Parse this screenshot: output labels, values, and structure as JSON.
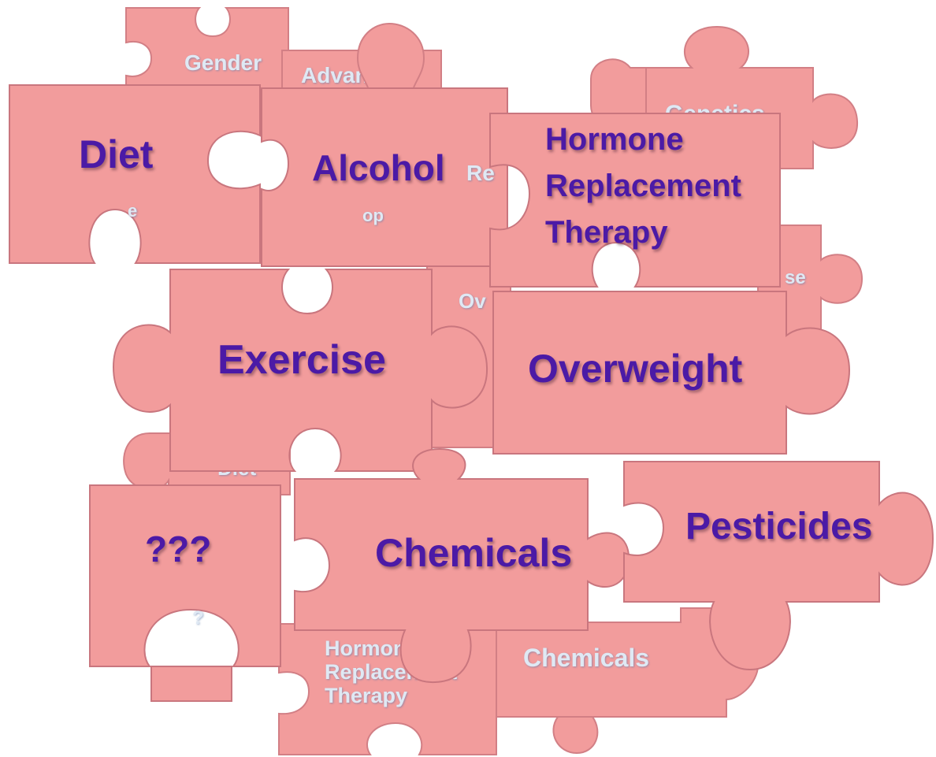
{
  "colors": {
    "piece_fill": "#f29c9c",
    "piece_edge": "#d27f85",
    "label_front": "#4b1aa6",
    "label_back": "#dfe9f4"
  },
  "back_pieces": {
    "gender": "Gender",
    "advanced_age": "Advanced",
    "genetics": "Genetics",
    "hrt_partial": "Re",
    "age_partial": "e",
    "onset_partial": "op",
    "overweight_partial": "Ov",
    "menopause_partial": "se",
    "diet_partial": "Diet",
    "question_partial": "?",
    "hrt_back": "Hormone\nReplacement\nTherapy",
    "chemicals_back": "Chemicals"
  },
  "front_pieces": {
    "diet": "Diet",
    "alcohol": "Alcohol",
    "hrt": "Hormone\nReplacement\nTherapy",
    "exercise": "Exercise",
    "overweight": "Overweight",
    "unknown": "???",
    "chemicals": "Chemicals",
    "pesticides": "Pesticides"
  }
}
